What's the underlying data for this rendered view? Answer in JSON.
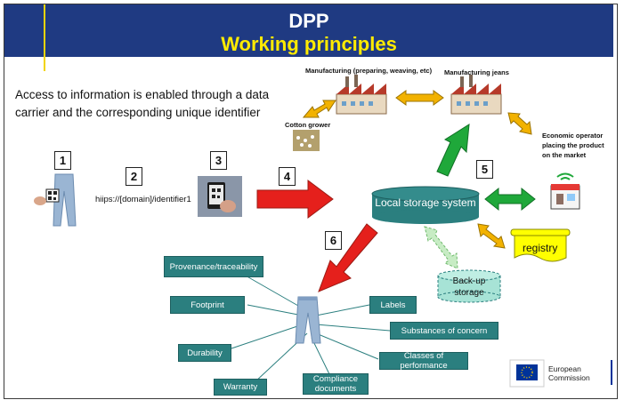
{
  "header": {
    "title": "DPP",
    "subtitle": "Working principles"
  },
  "intro_text": "Access to information is enabled through a data carrier and the corresponding unique identifier",
  "steps": [
    "1",
    "2",
    "3",
    "4",
    "5",
    "6"
  ],
  "identifier_url": "hiips://[domain]/identifier1",
  "supply_chain": {
    "cotton_grower": "Cotton grower",
    "manufacturing": "Manufacturing (preparing, weaving, etc)",
    "manufacturing_jeans": "Manufacturing jeans",
    "economic_operator": "Economic operator placing the product on the market"
  },
  "storage": {
    "local": "Local storage system",
    "backup": "Back-up storage",
    "registry": "registry"
  },
  "info_boxes": [
    "Provenance/traceability",
    "Footprint",
    "Durability",
    "Warranty",
    "Compliance documents",
    "Classes of performance",
    "Substances of concern",
    "Labels"
  ],
  "logo": {
    "org_line1": "European",
    "org_line2": "Commission"
  },
  "colors": {
    "header_bg": "#1f3a82",
    "subtitle": "#ffeb00",
    "teal": "#2b7f7f",
    "red_arrow": "#e5201c",
    "green_arrow": "#1fa83a",
    "yellow_arrow": "#f2b200",
    "registry_yellow": "#ffff00"
  }
}
